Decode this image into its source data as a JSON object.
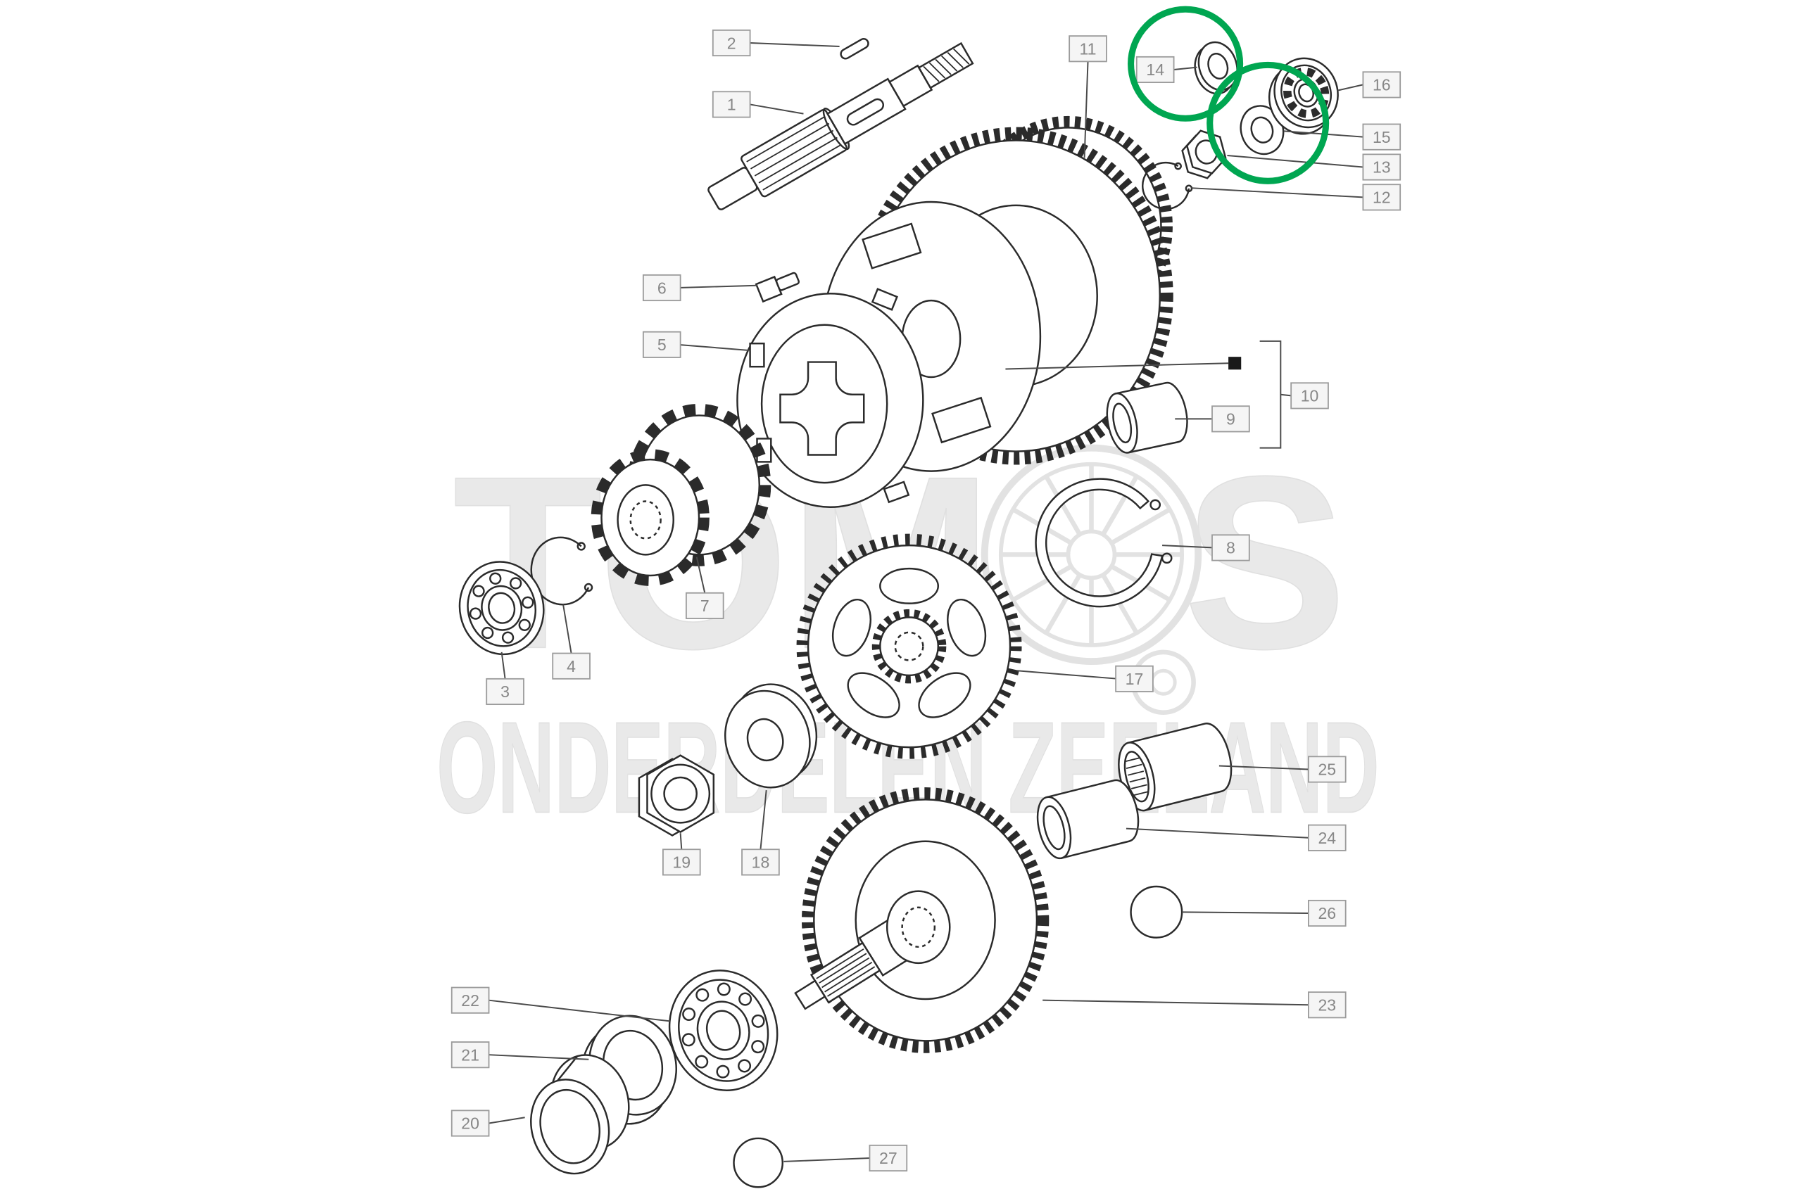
{
  "watermark": {
    "line1": "TOMOS",
    "line2": "ONDERDELEN ZEELAND"
  },
  "highlight": {
    "color": "#00A651",
    "circled_parts": [
      "14",
      "15"
    ]
  },
  "labels": [
    "1",
    "2",
    "3",
    "4",
    "5",
    "6",
    "7",
    "8",
    "9",
    "10",
    "11",
    "12",
    "13",
    "14",
    "15",
    "16",
    "17",
    "18",
    "19",
    "20",
    "21",
    "22",
    "23",
    "24",
    "25",
    "26",
    "27"
  ]
}
